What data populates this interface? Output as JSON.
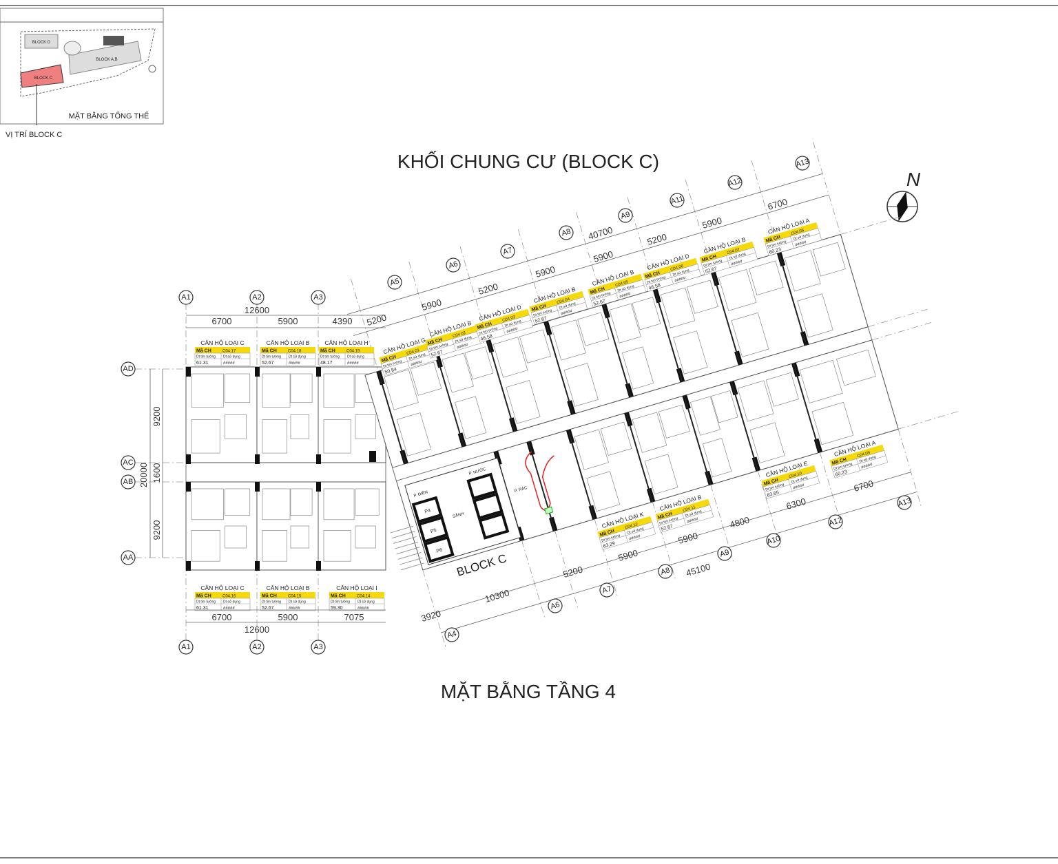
{
  "title": "KHỐI CHUNG CƯ (BLOCK C)",
  "subtitle": "MẶT BẰNG TẦNG 4",
  "block_label": "BLOCK C",
  "north_label": "N",
  "minimap": {
    "caption": "MẶT BẰNG TỔNG THỂ",
    "location_label": "VỊ TRÍ BLOCK C",
    "blocks": [
      "BLOCK D",
      "BLOCK A,B",
      "BLOCK C"
    ],
    "highlight_color": "#f08080"
  },
  "label_headers": {
    "code": "Mã CH",
    "area_wall": "Dt tim tường",
    "area_use": "Dt sử dụng"
  },
  "label_color": "#f5d90a",
  "apartments": [
    {
      "type": "CĂN HỘ LOẠI C",
      "code": "C04.17",
      "area": "61.31",
      "use": "#####"
    },
    {
      "type": "CĂN HỘ LOẠI B",
      "code": "C04.18",
      "area": "52.67",
      "use": "#####"
    },
    {
      "type": "CĂN HỘ LOẠI H",
      "code": "C04.19",
      "area": "48.17",
      "use": "#####"
    },
    {
      "type": "CĂN HỘ LOẠI G",
      "code": "C04.01",
      "area": "50.84",
      "use": "#####"
    },
    {
      "type": "CĂN HỘ LOẠI B",
      "code": "C04.02",
      "area": "52.67",
      "use": "#####"
    },
    {
      "type": "CĂN HỘ LOẠI D",
      "code": "C04.03",
      "area": "46.58",
      "use": "#####"
    },
    {
      "type": "CĂN HỘ LOẠI B",
      "code": "C04.04",
      "area": "52.67",
      "use": "#####"
    },
    {
      "type": "CĂN HỘ LOẠI B",
      "code": "C04.05",
      "area": "52.67",
      "use": "#####"
    },
    {
      "type": "CĂN HỘ LOẠI D",
      "code": "C04.06",
      "area": "46.58",
      "use": "#####"
    },
    {
      "type": "CĂN HỘ LOẠI B",
      "code": "C04.07",
      "area": "52.67",
      "use": "#####"
    },
    {
      "type": "CĂN HỘ LOẠI A",
      "code": "C04.08",
      "area": "60.23",
      "use": "#####"
    },
    {
      "type": "CĂN HỘ LOẠI A",
      "code": "C04.09",
      "area": "60.23",
      "use": "#####"
    },
    {
      "type": "CĂN HỘ LOẠI E",
      "code": "C04.10",
      "area": "63.65",
      "use": "#####"
    },
    {
      "type": "CĂN HỘ LOẠI B",
      "code": "C04.11",
      "area": "52.67",
      "use": "#####"
    },
    {
      "type": "CĂN HỘ LOẠI K",
      "code": "C04.12",
      "area": "63.29",
      "use": "#####"
    },
    {
      "type": "CĂN HỘ LOẠI I",
      "code": "C04.14",
      "area": "59.30",
      "use": "#####"
    },
    {
      "type": "CĂN HỘ LOẠI B",
      "code": "C04.15",
      "area": "52.67",
      "use": "#####"
    },
    {
      "type": "CĂN HỘ LOẠI C",
      "code": "C04.16",
      "area": "61.31",
      "use": "#####"
    }
  ],
  "core_rooms": [
    "P. ĐIỆN",
    "P. NƯỚC",
    "SẢNH",
    "P. RÁC",
    "P4",
    "P5",
    "P6"
  ],
  "grid_axes": {
    "left_top": [
      "A1",
      "A2",
      "A3"
    ],
    "left_bottom": [
      "A1",
      "A2",
      "A3"
    ],
    "rows": [
      "AD",
      "AC",
      "AB",
      "AA"
    ],
    "wing_top": [
      "A5",
      "A6",
      "A7",
      "A8",
      "A9",
      "A11",
      "A12",
      "A13"
    ],
    "wing_bottom": [
      "A4",
      "A6",
      "A7",
      "A8",
      "A9",
      "A10",
      "A12",
      "A13"
    ]
  },
  "dimensions": {
    "left_top": [
      "6700",
      "5900",
      "4390"
    ],
    "left_top_total": "12600",
    "left_bottom": [
      "6700",
      "5900",
      "7075"
    ],
    "left_bottom_total": "12600",
    "left_vertical": [
      "9200",
      "1600",
      "9200"
    ],
    "left_vertical_total": "20000",
    "wing_top": [
      "5200",
      "5900",
      "5200",
      "5900",
      "5900",
      "5200",
      "5900",
      "6700"
    ],
    "wing_top_total": "40700",
    "wing_bottom": [
      "3920",
      "10300",
      "5200",
      "5900",
      "5900",
      "4800",
      "6300",
      "6700"
    ],
    "wing_bottom_total": "45100"
  }
}
